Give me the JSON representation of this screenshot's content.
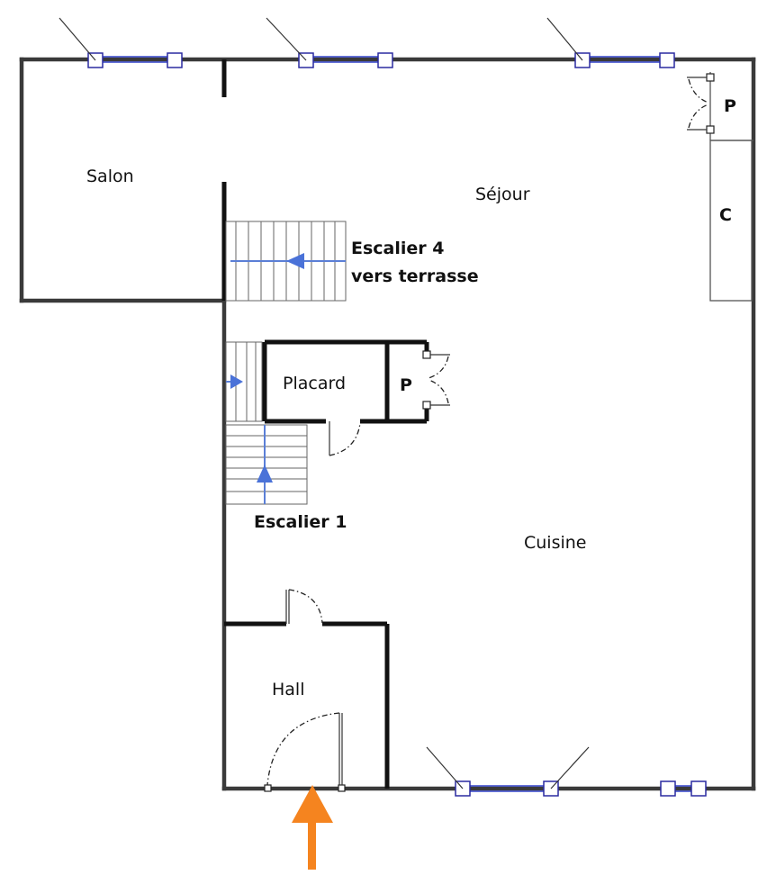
{
  "rooms": {
    "salon": "Salon",
    "sejour": "Séjour",
    "placard": "Placard",
    "cuisine": "Cuisine",
    "hall": "Hall",
    "p_top": "P",
    "c_right": "C",
    "p_mid": "P"
  },
  "stairs": {
    "stair4_line1": "Escalier 4",
    "stair4_line2": "vers terrasse",
    "stair1": "Escalier 1"
  },
  "colors": {
    "entrance_arrow": "#f5841f",
    "stair_arrow": "#4a72d8",
    "window": "#3344cc",
    "wall": "#3a3a3a"
  }
}
